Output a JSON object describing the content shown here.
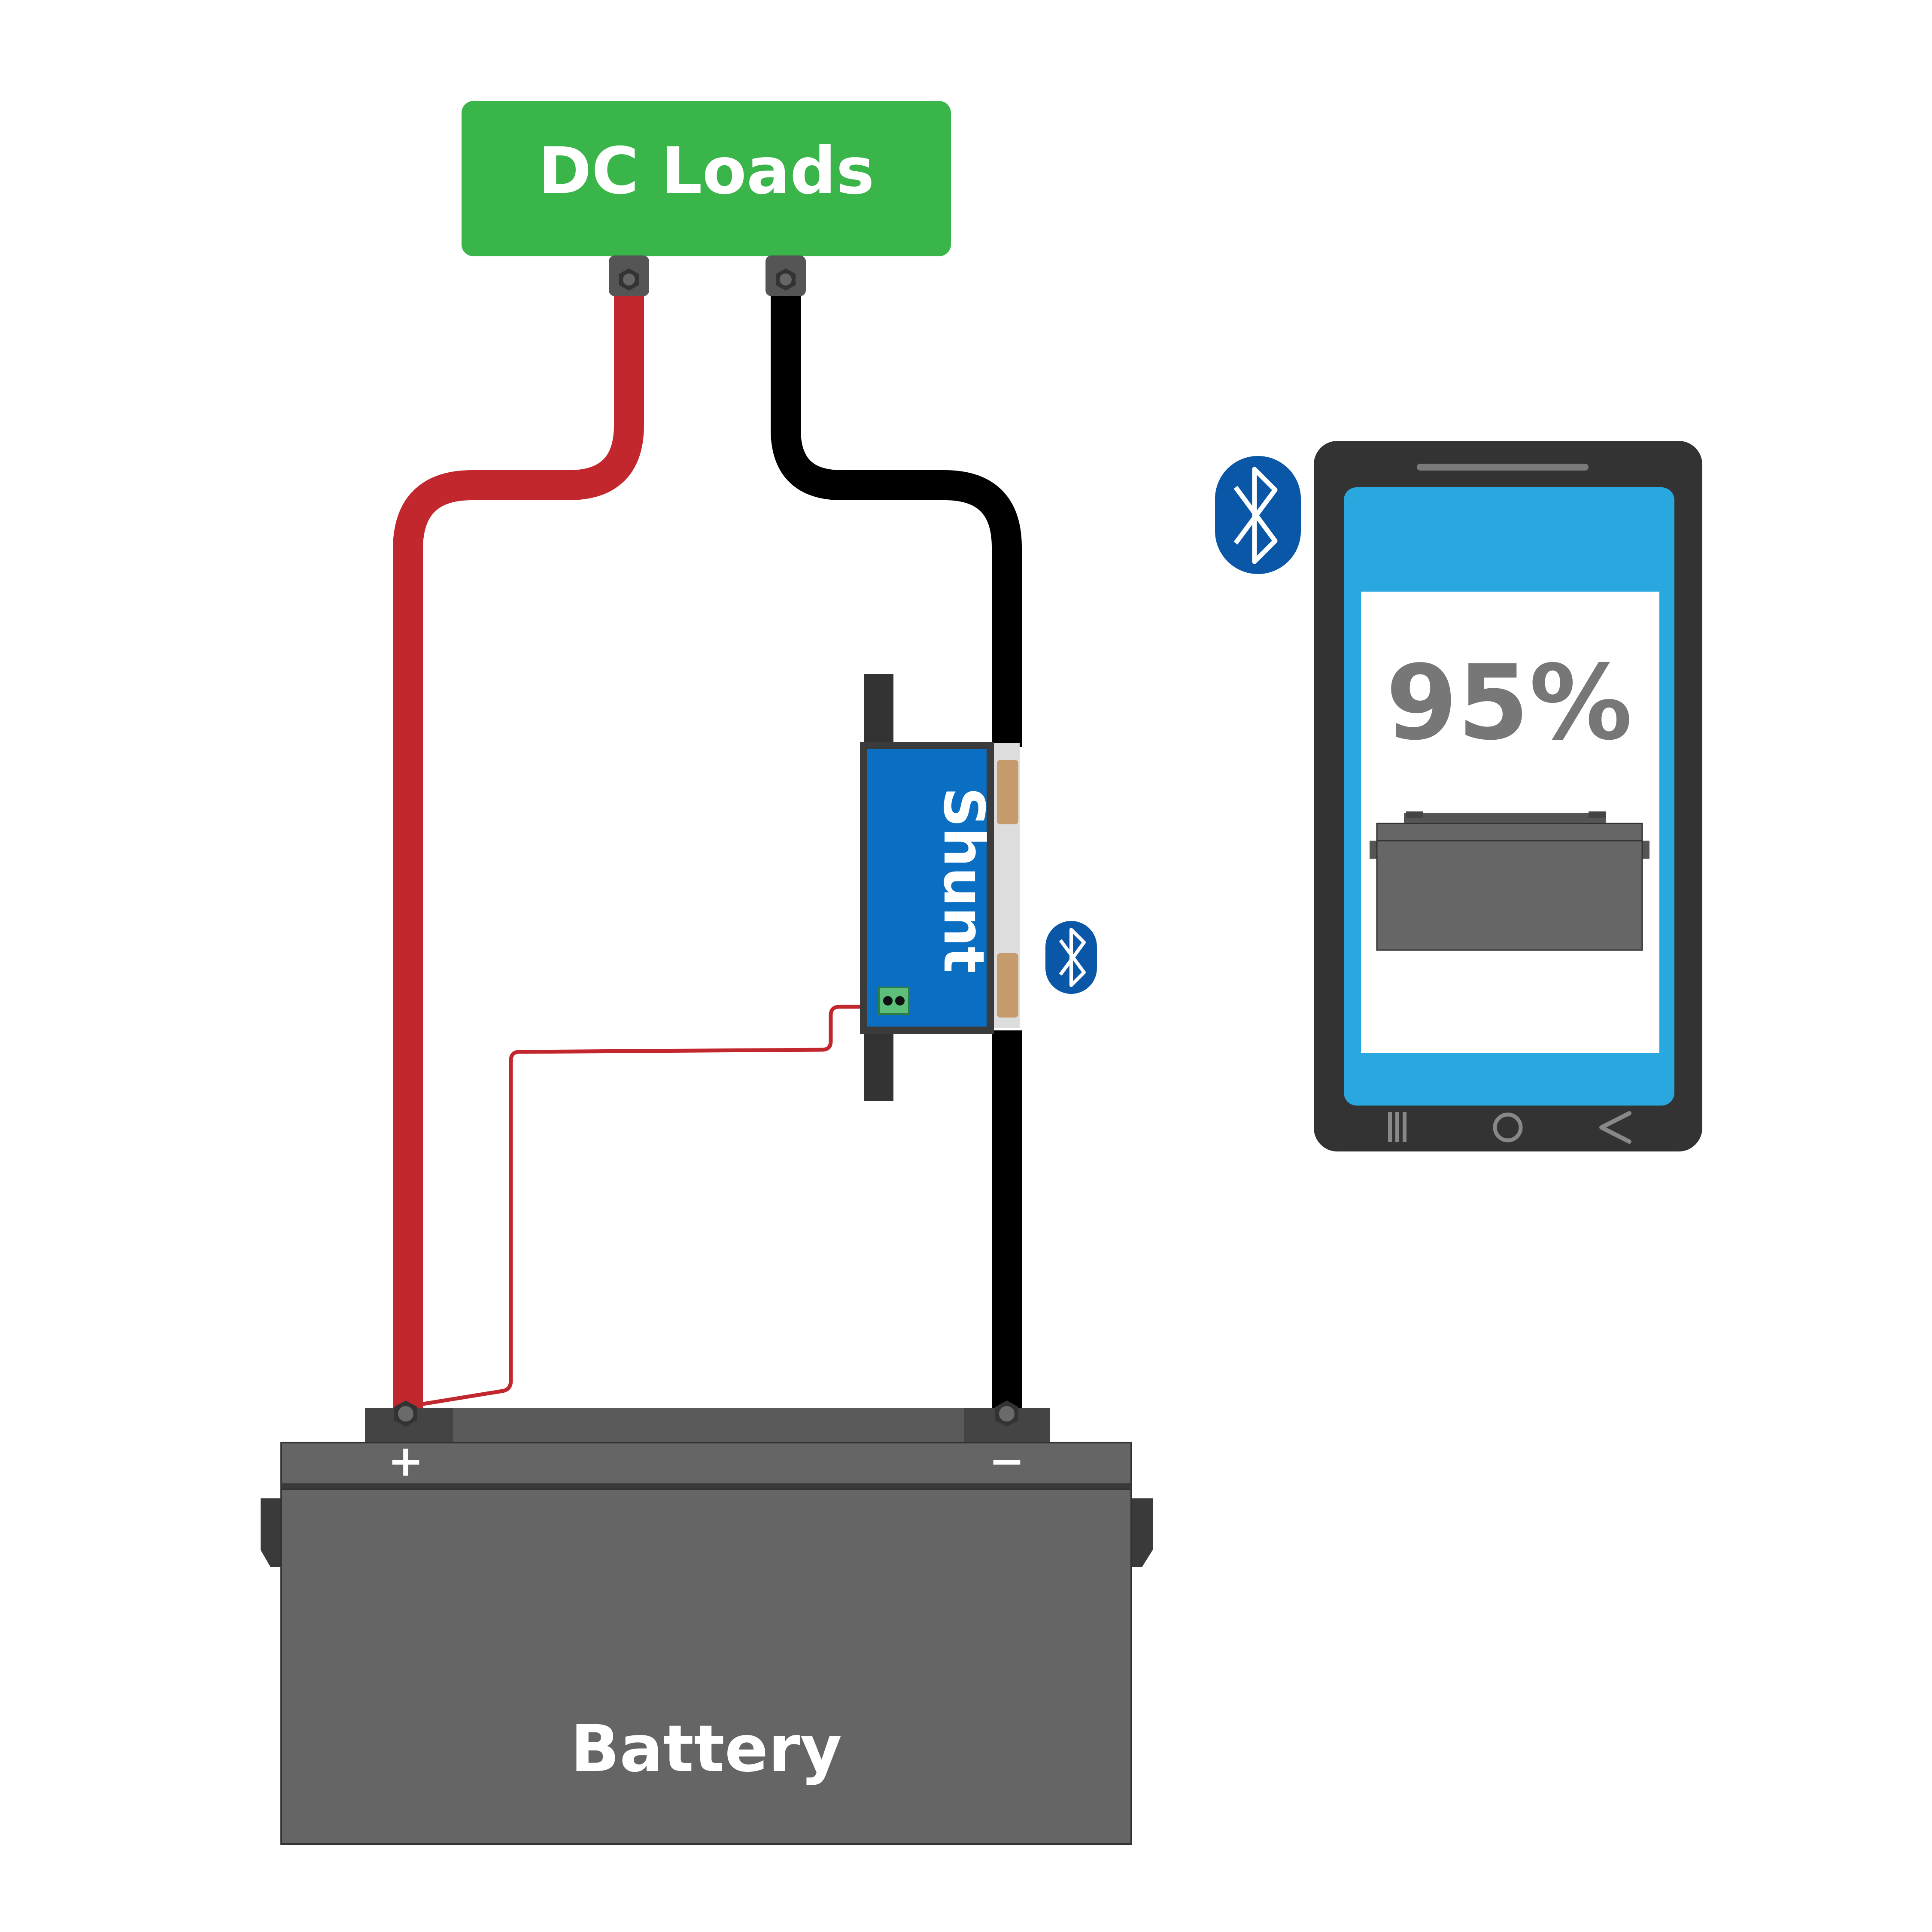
{
  "dc_loads": {
    "label": "DC Loads",
    "color": "#3ab54a"
  },
  "shunt": {
    "label": "Shunt",
    "color": "#0a6fc2"
  },
  "battery": {
    "label": "Battery",
    "positive_symbol": "+",
    "negative_symbol": "−",
    "color": "#656565"
  },
  "phone": {
    "soc_display": "95%",
    "screen_color": "#29a8e0",
    "nav": [
      "menu-icon",
      "home-icon",
      "back-icon"
    ]
  },
  "wires": {
    "positive_color": "#c1272d",
    "negative_color": "#000000"
  },
  "bluetooth": {
    "color": "#0a57a8",
    "icon": "bluetooth-icon"
  }
}
